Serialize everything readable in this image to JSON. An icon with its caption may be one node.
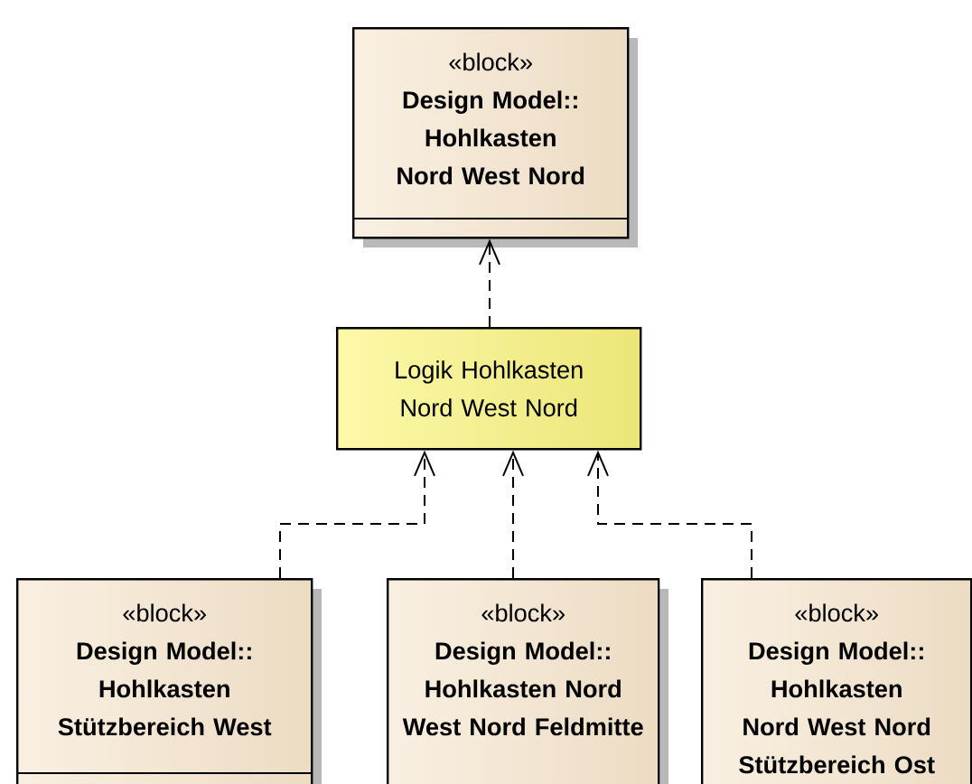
{
  "diagram": {
    "nodes": [
      {
        "text": [
          "«block»",
          "Design Model:: Hohlkasten Nord West Nord"
        ]
      },
      {
        "text": [
          "Logik Hohlkasten Nord West Nord"
        ]
      },
      {
        "text": [
          "«block»",
          "Design Model:: Hohlkasten Stützbereich West"
        ]
      },
      {
        "text": [
          "«block»",
          "Design Model:: Hohlkasten Nord West Nord Feldmitte"
        ]
      },
      {
        "text": [
          "«block»",
          "Design Model:: Hohlkasten Nord West Nord Stützbereich Ost"
        ]
      }
    ],
    "edges": [
      {
        "from": 1,
        "to": 0,
        "arrow": "to",
        "style": "dashed"
      },
      {
        "from": 2,
        "to": 1,
        "arrow": "to",
        "style": "dashed"
      },
      {
        "from": 3,
        "to": 1,
        "arrow": "to",
        "style": "dashed"
      },
      {
        "from": 4,
        "to": 1,
        "arrow": "to",
        "style": "dashed"
      }
    ]
  }
}
